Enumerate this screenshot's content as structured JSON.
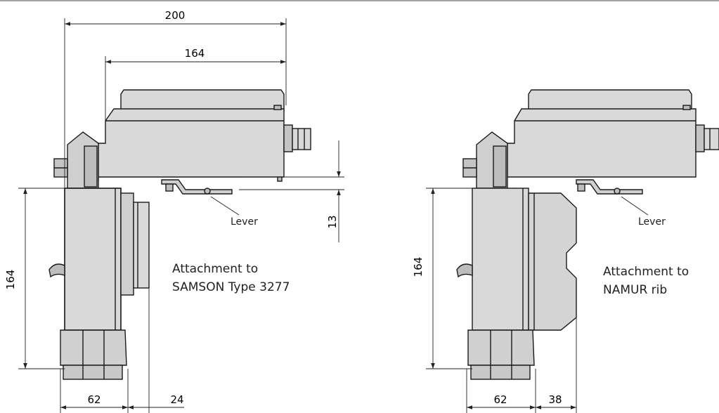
{
  "left_view": {
    "dim_top_overall": "200",
    "dim_top_inner": "164",
    "dim_height": "164",
    "dim_right": "13",
    "dim_bottom_left": "62",
    "dim_bottom_right": "24",
    "lever_label": "Lever",
    "caption_line1": "Attachment to",
    "caption_line2": "SAMSON Type 3277"
  },
  "right_view": {
    "dim_height": "164",
    "dim_bottom_left": "62",
    "dim_bottom_right": "38",
    "lever_label": "Lever",
    "caption_line1": "Attachment to",
    "caption_line2": "NAMUR rib"
  },
  "colors": {
    "body_fill": "#d9d9d9",
    "body_fill_dark": "#c4c4c4",
    "outline": "#1a1a1a",
    "dimension_line": "#222222"
  }
}
